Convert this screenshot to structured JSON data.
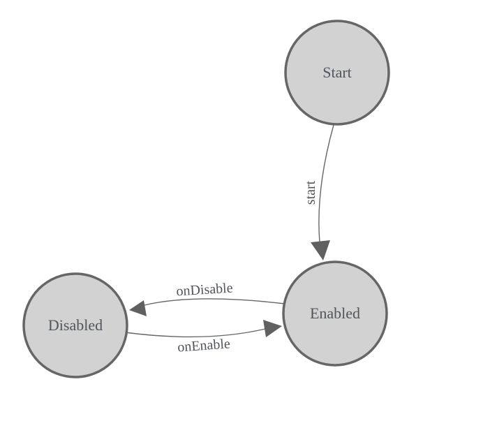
{
  "diagram": {
    "type": "state-machine",
    "nodes": [
      {
        "id": "start",
        "label": "Start"
      },
      {
        "id": "enabled",
        "label": "Enabled"
      },
      {
        "id": "disabled",
        "label": "Disabled"
      }
    ],
    "edges": [
      {
        "from": "Start",
        "to": "Enabled",
        "label": "start"
      },
      {
        "from": "Enabled",
        "to": "Disabled",
        "label": "onDisable"
      },
      {
        "from": "Disabled",
        "to": "Enabled",
        "label": "onEnable"
      }
    ]
  },
  "colors": {
    "background": "#ffffff",
    "node_fill": "#d2d2d2",
    "node_stroke": "#666666",
    "edge_stroke": "#666666",
    "arrow_fill": "#606060",
    "text_color": "#51555c"
  }
}
